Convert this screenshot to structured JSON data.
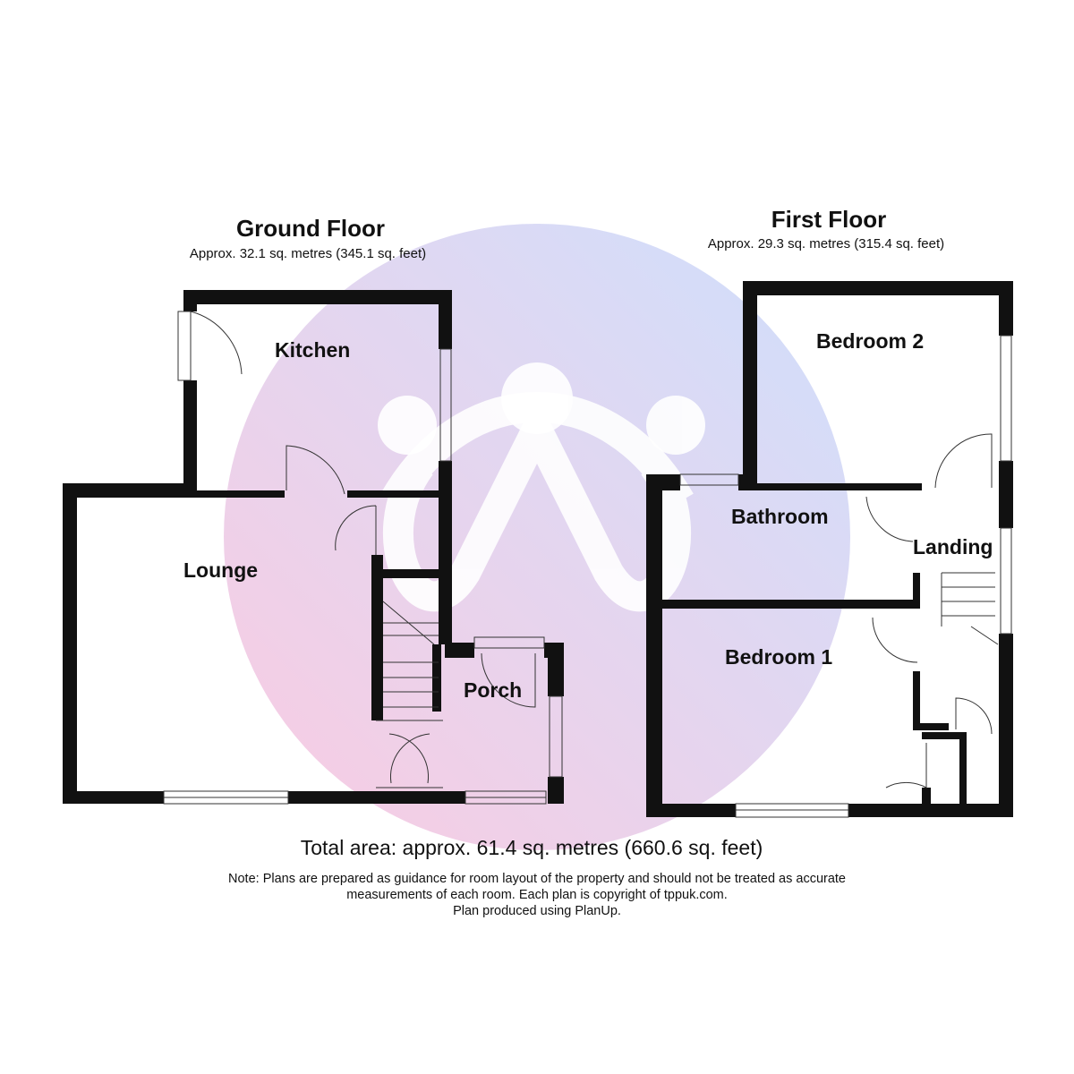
{
  "ground_floor": {
    "title": "Ground Floor",
    "area": "Approx. 32.1 sq. metres (345.1 sq. feet)",
    "rooms": [
      "Kitchen",
      "Lounge",
      "Porch"
    ]
  },
  "first_floor": {
    "title": "First Floor",
    "area": "Approx. 29.3 sq. metres (315.4 sq. feet)",
    "rooms": [
      "Bedroom 2",
      "Bathroom",
      "Landing",
      "Bedroom 1"
    ]
  },
  "footer": {
    "total": "Total area: approx. 61.4 sq. metres (660.6 sq. feet)",
    "note_line1": "Note: Plans are prepared as guidance for room layout of the property and should not be treated as accurate",
    "note_line2": "measurements of each room. Each plan is copyright of tppuk.com.",
    "note_line3": "Plan produced using PlanUp."
  },
  "colors": {
    "wall": "#111111",
    "watermark_pink": "#f7b8d8",
    "watermark_blue": "#c9d8fb"
  }
}
